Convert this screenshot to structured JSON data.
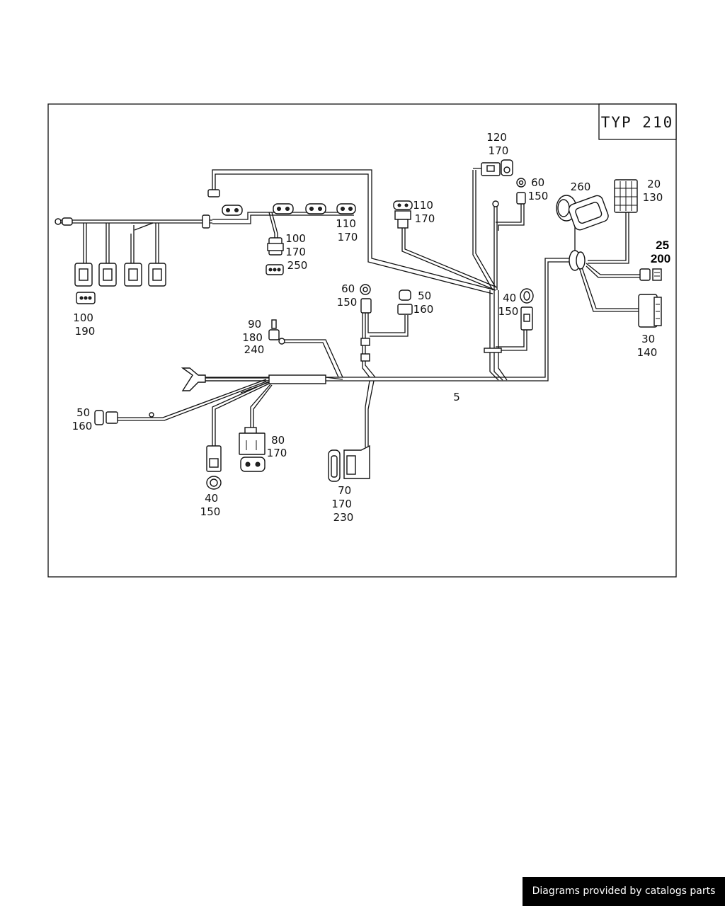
{
  "type_label": "TYP 210",
  "callouts": [
    {
      "id": "c-120-170",
      "lines": [
        "120",
        "170"
      ]
    },
    {
      "id": "c-60-150-top",
      "lines": [
        "60",
        "150"
      ]
    },
    {
      "id": "c-260",
      "lines": [
        "260"
      ]
    },
    {
      "id": "c-20-130",
      "lines": [
        "20",
        "130"
      ]
    },
    {
      "id": "c-25-200",
      "lines": [
        "25",
        "200"
      ]
    },
    {
      "id": "c-110-170-a",
      "lines": [
        "110",
        "170"
      ]
    },
    {
      "id": "c-110-170-b",
      "lines": [
        "110",
        "170"
      ]
    },
    {
      "id": "c-100-170-250",
      "lines": [
        "100",
        "170",
        "250"
      ]
    },
    {
      "id": "c-100-190",
      "lines": [
        "100",
        "190"
      ]
    },
    {
      "id": "c-60-150-mid",
      "lines": [
        "60",
        "150"
      ]
    },
    {
      "id": "c-50-160-mid",
      "lines": [
        "50",
        "160"
      ]
    },
    {
      "id": "c-40-150-right",
      "lines": [
        "40",
        "150"
      ]
    },
    {
      "id": "c-30-140",
      "lines": [
        "30",
        "140"
      ]
    },
    {
      "id": "c-90-180-240",
      "lines": [
        "90",
        "180",
        "240"
      ]
    },
    {
      "id": "c-5",
      "lines": [
        "5"
      ]
    },
    {
      "id": "c-50-160-left",
      "lines": [
        "50",
        "160"
      ]
    },
    {
      "id": "c-80-170",
      "lines": [
        "80",
        "170"
      ]
    },
    {
      "id": "c-40-150-bottom",
      "lines": [
        "40",
        "150"
      ]
    },
    {
      "id": "c-70-170-230",
      "lines": [
        "70",
        "170",
        "230"
      ]
    }
  ],
  "footer": "Diagrams provided by catalogs parts"
}
